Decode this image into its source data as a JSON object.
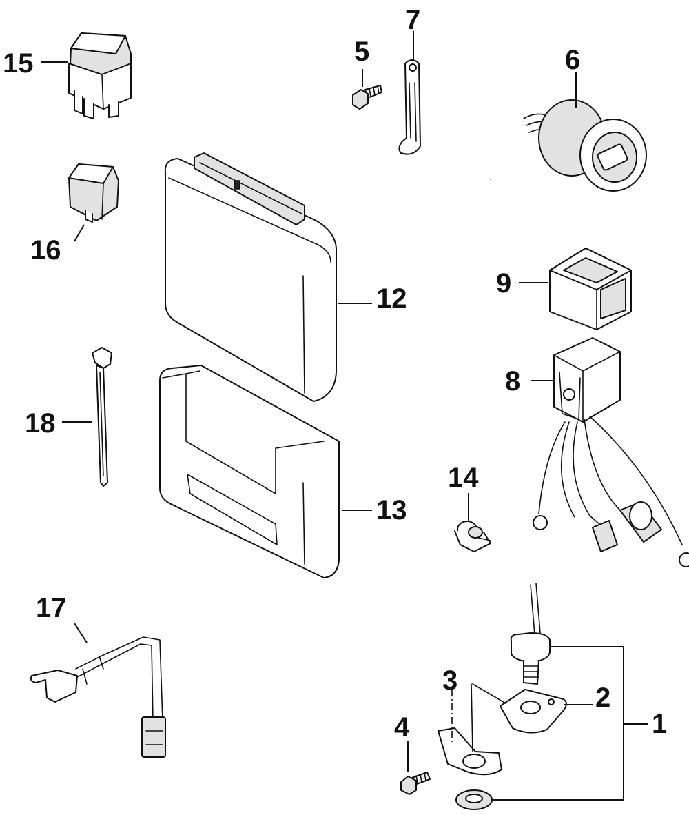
{
  "diagram": {
    "callouts": {
      "c1": "1",
      "c2": "2",
      "c3": "3",
      "c4": "4",
      "c5": "5",
      "c6": "6",
      "c7": "7",
      "c8": "8",
      "c9": "9",
      "c12": "12",
      "c13": "13",
      "c14": "14",
      "c15": "15",
      "c16": "16",
      "c17": "17",
      "c18": "18"
    }
  }
}
